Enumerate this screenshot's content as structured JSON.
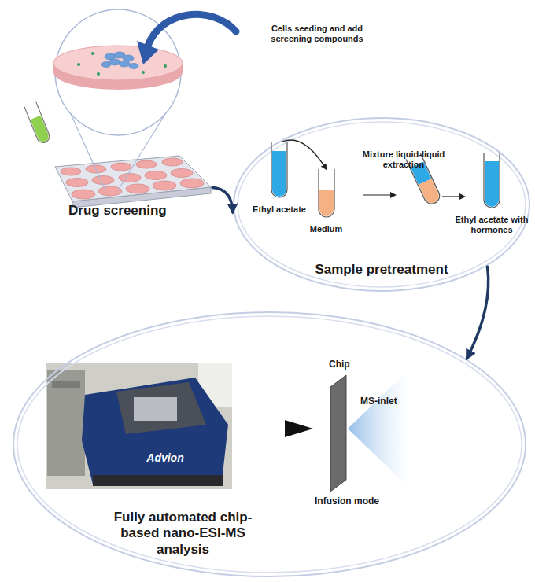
{
  "diagram": {
    "nodes": [
      {
        "text": [
          "Drug screening"
        ]
      },
      {
        "text": [
          "Sample pretreatment"
        ]
      },
      {
        "text": [
          "Ethyl acetate"
        ],
        "in": 1
      },
      {
        "text": [
          "Medium"
        ],
        "in": 1
      },
      {
        "text": [
          "Ethyl acetate with hormones"
        ],
        "in": 1
      },
      {
        "text": [
          "Fully automated chip-based nano-ESI-MS analysis"
        ]
      }
    ],
    "edges": [
      {
        "from": 0,
        "to": 1,
        "arrow": "to"
      },
      {
        "from": 1,
        "to": 5,
        "arrow": "to"
      },
      {
        "from": 2,
        "to": 3,
        "arrow": "to"
      }
    ],
    "labels": [
      "Cells seeding and add screening compounds",
      "Mixture liquid-liquid extraction",
      "Chip",
      "MS-inlet",
      "Infusion mode",
      "Advion"
    ]
  }
}
